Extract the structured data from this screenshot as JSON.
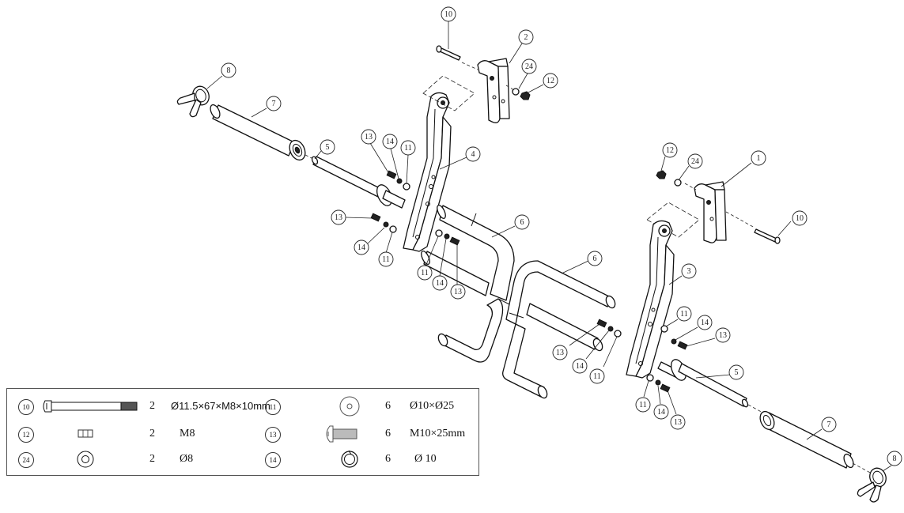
{
  "callouts": [
    {
      "num": "10",
      "id": "c10-top"
    },
    {
      "num": "2",
      "id": "c2"
    },
    {
      "num": "24",
      "id": "c24-top"
    },
    {
      "num": "12",
      "id": "c12-top"
    },
    {
      "num": "8",
      "id": "c8-left"
    },
    {
      "num": "7",
      "id": "c7-left"
    },
    {
      "num": "5",
      "id": "c5-left"
    },
    {
      "num": "13",
      "id": "c13-a"
    },
    {
      "num": "14",
      "id": "c14-a"
    },
    {
      "num": "11",
      "id": "c11-a"
    },
    {
      "num": "4",
      "id": "c4"
    },
    {
      "num": "13",
      "id": "c13-b"
    },
    {
      "num": "14",
      "id": "c14-b"
    },
    {
      "num": "11",
      "id": "c11-b"
    },
    {
      "num": "6",
      "id": "c6-a"
    },
    {
      "num": "11",
      "id": "c11-c"
    },
    {
      "num": "14",
      "id": "c14-c"
    },
    {
      "num": "13",
      "id": "c13-c"
    },
    {
      "num": "6",
      "id": "c6-b"
    },
    {
      "num": "12",
      "id": "c12-right"
    },
    {
      "num": "24",
      "id": "c24-right"
    },
    {
      "num": "1",
      "id": "c1"
    },
    {
      "num": "10",
      "id": "c10-right"
    },
    {
      "num": "3",
      "id": "c3"
    },
    {
      "num": "11",
      "id": "c11-d"
    },
    {
      "num": "14",
      "id": "c14-d"
    },
    {
      "num": "13",
      "id": "c13-d"
    },
    {
      "num": "13",
      "id": "c13-e"
    },
    {
      "num": "14",
      "id": "c14-e"
    },
    {
      "num": "11",
      "id": "c11-e"
    },
    {
      "num": "5",
      "id": "c5-right"
    },
    {
      "num": "11",
      "id": "c11-f"
    },
    {
      "num": "14",
      "id": "c14-f"
    },
    {
      "num": "13",
      "id": "c13-f"
    },
    {
      "num": "7",
      "id": "c7-right"
    },
    {
      "num": "8",
      "id": "c8-right"
    }
  ],
  "parts_table": {
    "rows": [
      {
        "left": {
          "num": "10",
          "icon": "bolt-long-icon",
          "qty": "2",
          "spec": "Ø11.5×67×M8×10mm"
        },
        "right": {
          "num": "11",
          "icon": "flat-washer-icon",
          "qty": "6",
          "spec": "Ø10×Ø25"
        }
      },
      {
        "left": {
          "num": "12",
          "icon": "nut-icon",
          "qty": "2",
          "spec": "M8"
        },
        "right": {
          "num": "13",
          "icon": "screw-icon",
          "qty": "6",
          "spec": "M10×25mm"
        }
      },
      {
        "left": {
          "num": "24",
          "icon": "washer-icon",
          "qty": "2",
          "spec": "Ø8"
        },
        "right": {
          "num": "14",
          "icon": "spring-washer-icon",
          "qty": "6",
          "spec": "Ø 10"
        }
      }
    ]
  }
}
